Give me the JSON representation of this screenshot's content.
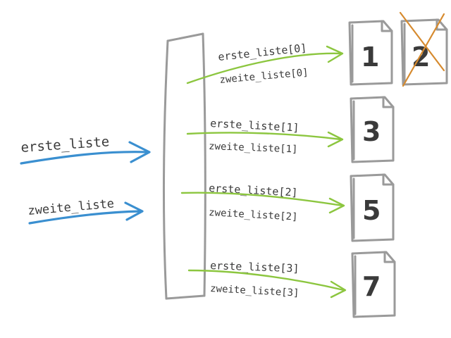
{
  "variables": {
    "first": "erste_liste",
    "second": "zweite_liste"
  },
  "slots": [
    {
      "a": "erste_liste[0]",
      "b": "zweite_liste[0]"
    },
    {
      "a": "erste_liste[1]",
      "b": "zweite_liste[1]"
    },
    {
      "a": "erste_liste[2]",
      "b": "zweite_liste[2]"
    },
    {
      "a": "erste_liste[3]",
      "b": "zweite_liste[3]"
    }
  ],
  "values": [
    "1",
    "3",
    "5",
    "7"
  ],
  "crossed_value": "2",
  "colors": {
    "variable_arrow": "#3a8fd0",
    "slot_arrow": "#8cc63f",
    "crossed_mark": "#d68a2e",
    "outline": "#9a9a9a"
  }
}
